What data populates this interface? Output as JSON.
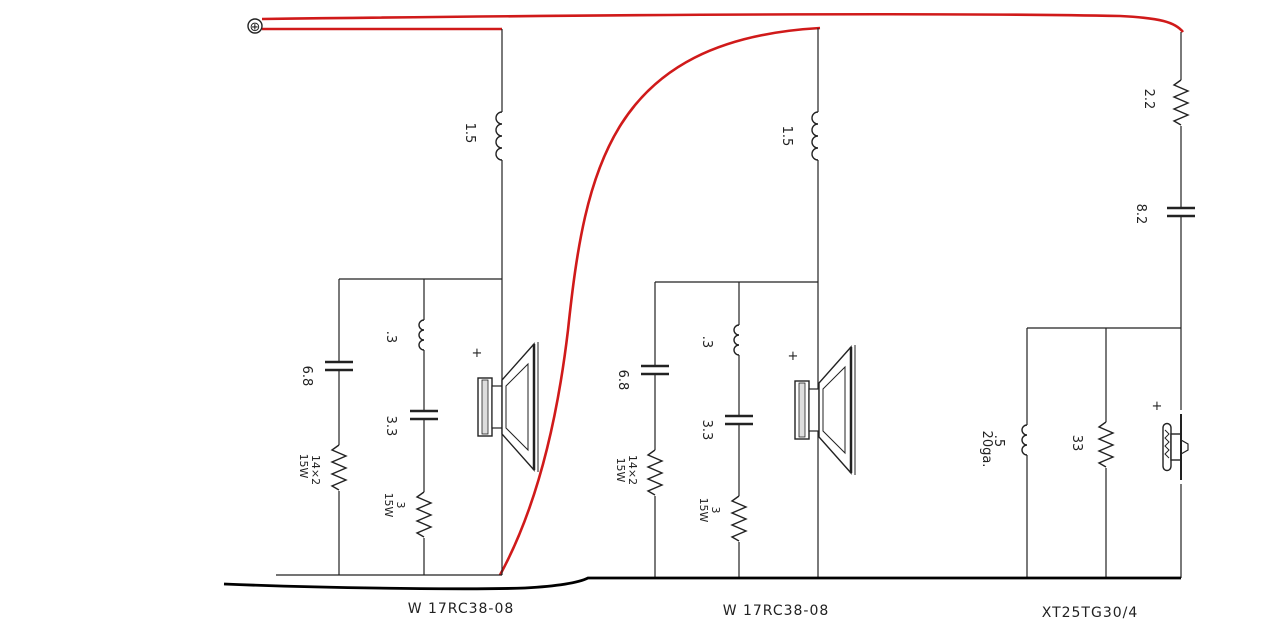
{
  "diagram": {
    "colors": {
      "positive_wire": "#d01a1a",
      "ground_wire": "#000000",
      "circuit": "#222222"
    },
    "terminal_symbol": "⊕",
    "woofer1": {
      "series_inductor": "1.5",
      "cap": "6.8",
      "res_a": "14×2",
      "res_a_power": "15W",
      "ind_b": ".3",
      "cap_b": "3.3",
      "res_b": "3",
      "res_b_power": "15W",
      "polarity": "+",
      "driver": "W 17RC38-08"
    },
    "woofer2": {
      "series_inductor": "1.5",
      "cap": "6.8",
      "res_a": "14×2",
      "res_a_power": "15W",
      "ind_b": ".3",
      "cap_b": "3.3",
      "res_b": "3",
      "res_b_power": "15W",
      "polarity": "+",
      "driver": "W 17RC38-08"
    },
    "tweeter": {
      "series_res": "2.2",
      "series_cap": "8.2",
      "shunt_ind": ".5",
      "shunt_ind_gauge": "20ga.",
      "shunt_res": "33",
      "polarity": "+",
      "driver": "XT25TG30/4"
    }
  }
}
